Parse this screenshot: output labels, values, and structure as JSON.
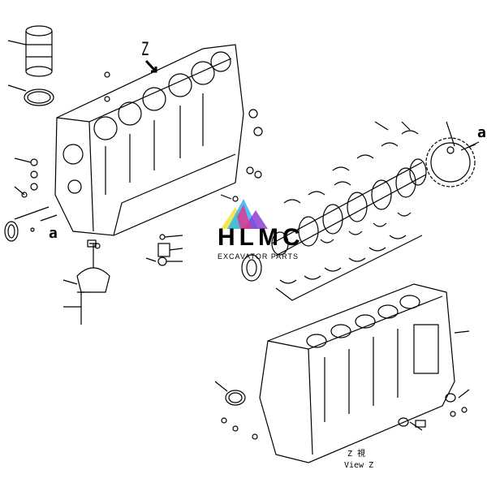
{
  "diagram": {
    "view_marker": "Z",
    "arrow_labels": [
      "a",
      "a"
    ],
    "view_caption_line1": "Z 視",
    "view_caption_line2": "View Z"
  },
  "watermark": {
    "brand": "HLMC",
    "tagline": "EXCAVATOR PARTS",
    "colors": [
      "#2ab6f0",
      "#e8308c",
      "#8c3fd6",
      "#f4e23a"
    ]
  }
}
